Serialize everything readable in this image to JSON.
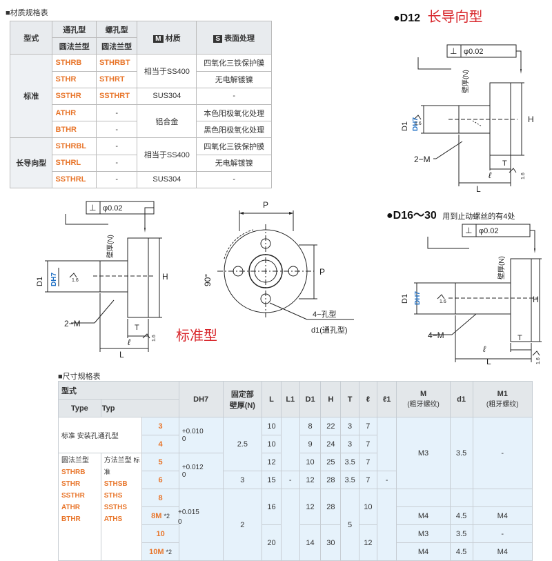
{
  "material_section": {
    "title": "■材质规格表",
    "headers": {
      "type": "型式",
      "through": "通孔型",
      "screw": "螺孔型",
      "round": "圆法兰型",
      "round2": "圆法兰型",
      "m_badge": "M",
      "material": "材质",
      "s_badge": "S",
      "surface": "表面处理"
    },
    "cat_standard": "标准",
    "cat_long": "长导向型",
    "rows": [
      {
        "through": "STHRB",
        "screw": "STHRBT",
        "material": "相当于SS400",
        "surface": "四氧化三铁保护膜"
      },
      {
        "through": "STHR",
        "screw": "STHRT",
        "material": "",
        "surface": "无电解镀镍"
      },
      {
        "through": "SSTHR",
        "screw": "SSTHRT",
        "material": "SUS304",
        "surface": "-"
      },
      {
        "through": "ATHR",
        "screw": "-",
        "material": "铝合金",
        "surface": "本色阳极氧化处理"
      },
      {
        "through": "BTHR",
        "screw": "-",
        "material": "",
        "surface": "黑色阳极氧化处理"
      },
      {
        "through": "STHRBL",
        "screw": "-",
        "material": "相当于SS400",
        "surface": "四氧化三铁保护膜"
      },
      {
        "through": "STHRL",
        "screw": "-",
        "material": "",
        "surface": "无电解镀镍"
      },
      {
        "through": "SSTHRL",
        "screw": "-",
        "material": "SUS304",
        "surface": "-"
      }
    ]
  },
  "d12": {
    "prefix": "●D12",
    "title": "长导向型",
    "tol": "φ0.02",
    "wall": "壁厚(N)",
    "d1": "D1",
    "dh7": "DH7",
    "hole": "2−M",
    "h": "H",
    "t": "T",
    "l": "ℓ",
    "L": "L",
    "r16": "1.6"
  },
  "d16": {
    "prefix": "●D16～30",
    "note": "用到止动螺丝的有4处",
    "tol": "φ0.02",
    "wall": "壁厚(N)",
    "d1": "D1",
    "dh7": "DH7",
    "hole": "4−M",
    "h": "H",
    "t": "T",
    "l": "ℓ",
    "L": "L",
    "r16": "1.6"
  },
  "standard": {
    "label": "标准型",
    "tol": "φ0.02",
    "wall": "壁厚(N)",
    "d1": "D1",
    "dh7": "DH7",
    "hole": "2−M",
    "h": "H",
    "t": "T",
    "l": "ℓ",
    "L": "L",
    "r16": "1.6",
    "p": "P",
    "angle": "90°",
    "hole4": "4−孔型",
    "d1through": "d1(通孔型)"
  },
  "size_section": {
    "title": "■尺寸规格表",
    "h_type": "型式",
    "h_type_en": "Type",
    "h_type_en2": "Typ",
    "h_dh7": "DH7",
    "h_wall1": "固定部",
    "h_wall2": "壁厚(N)",
    "h_L": "L",
    "h_L1": "L1",
    "h_D1": "D1",
    "h_H": "H",
    "h_T": "T",
    "h_l": "ℓ",
    "h_l1": "ℓ1",
    "h_M": "M",
    "h_M_sub": "(粗牙螺纹)",
    "h_d1": "d1",
    "h_M1": "M1",
    "h_M1_sub": "(粗牙螺纹)",
    "left_std": "标准 安装孔通孔型",
    "left_round": "圆法兰型",
    "left_square": "方法兰型",
    "left_std2": "标准",
    "round_list": [
      "STHRB",
      "STHR",
      "SSTHR",
      "ATHR",
      "BTHR"
    ],
    "square_list": [
      "STHSB",
      "STHS",
      "SSTHS",
      "ATHS"
    ],
    "d_values": [
      "3",
      "4",
      "5",
      "6",
      "8",
      "8M",
      "10",
      "10M"
    ],
    "star2": "*2",
    "tol1": "+0.010",
    "tol1b": "0",
    "tol2": "+0.012",
    "tol2b": "0",
    "tol3": "+0.015",
    "tol3b": "0",
    "wall_a": "2.5",
    "wall_b": "3",
    "wall_c": "2",
    "L_vals": [
      "10",
      "10",
      "12",
      "15",
      "16",
      "20"
    ],
    "L1_dash": "-",
    "D1_vals": [
      "8",
      "9",
      "10",
      "12",
      "12",
      "14"
    ],
    "H_vals": [
      "22",
      "24",
      "25",
      "28",
      "28",
      "30"
    ],
    "T_vals": [
      "3",
      "3",
      "3.5",
      "3.5",
      "5"
    ],
    "l_vals": [
      "7",
      "7",
      "7",
      "7",
      "10",
      "12"
    ],
    "l1_dash": "-",
    "M_vals": [
      "M3",
      "M4",
      "M3",
      "M4"
    ],
    "d1_vals": [
      "3.5",
      "4.5",
      "3.5",
      "4.5"
    ],
    "M1_vals": [
      "-",
      "M4",
      "-",
      "M4"
    ]
  }
}
